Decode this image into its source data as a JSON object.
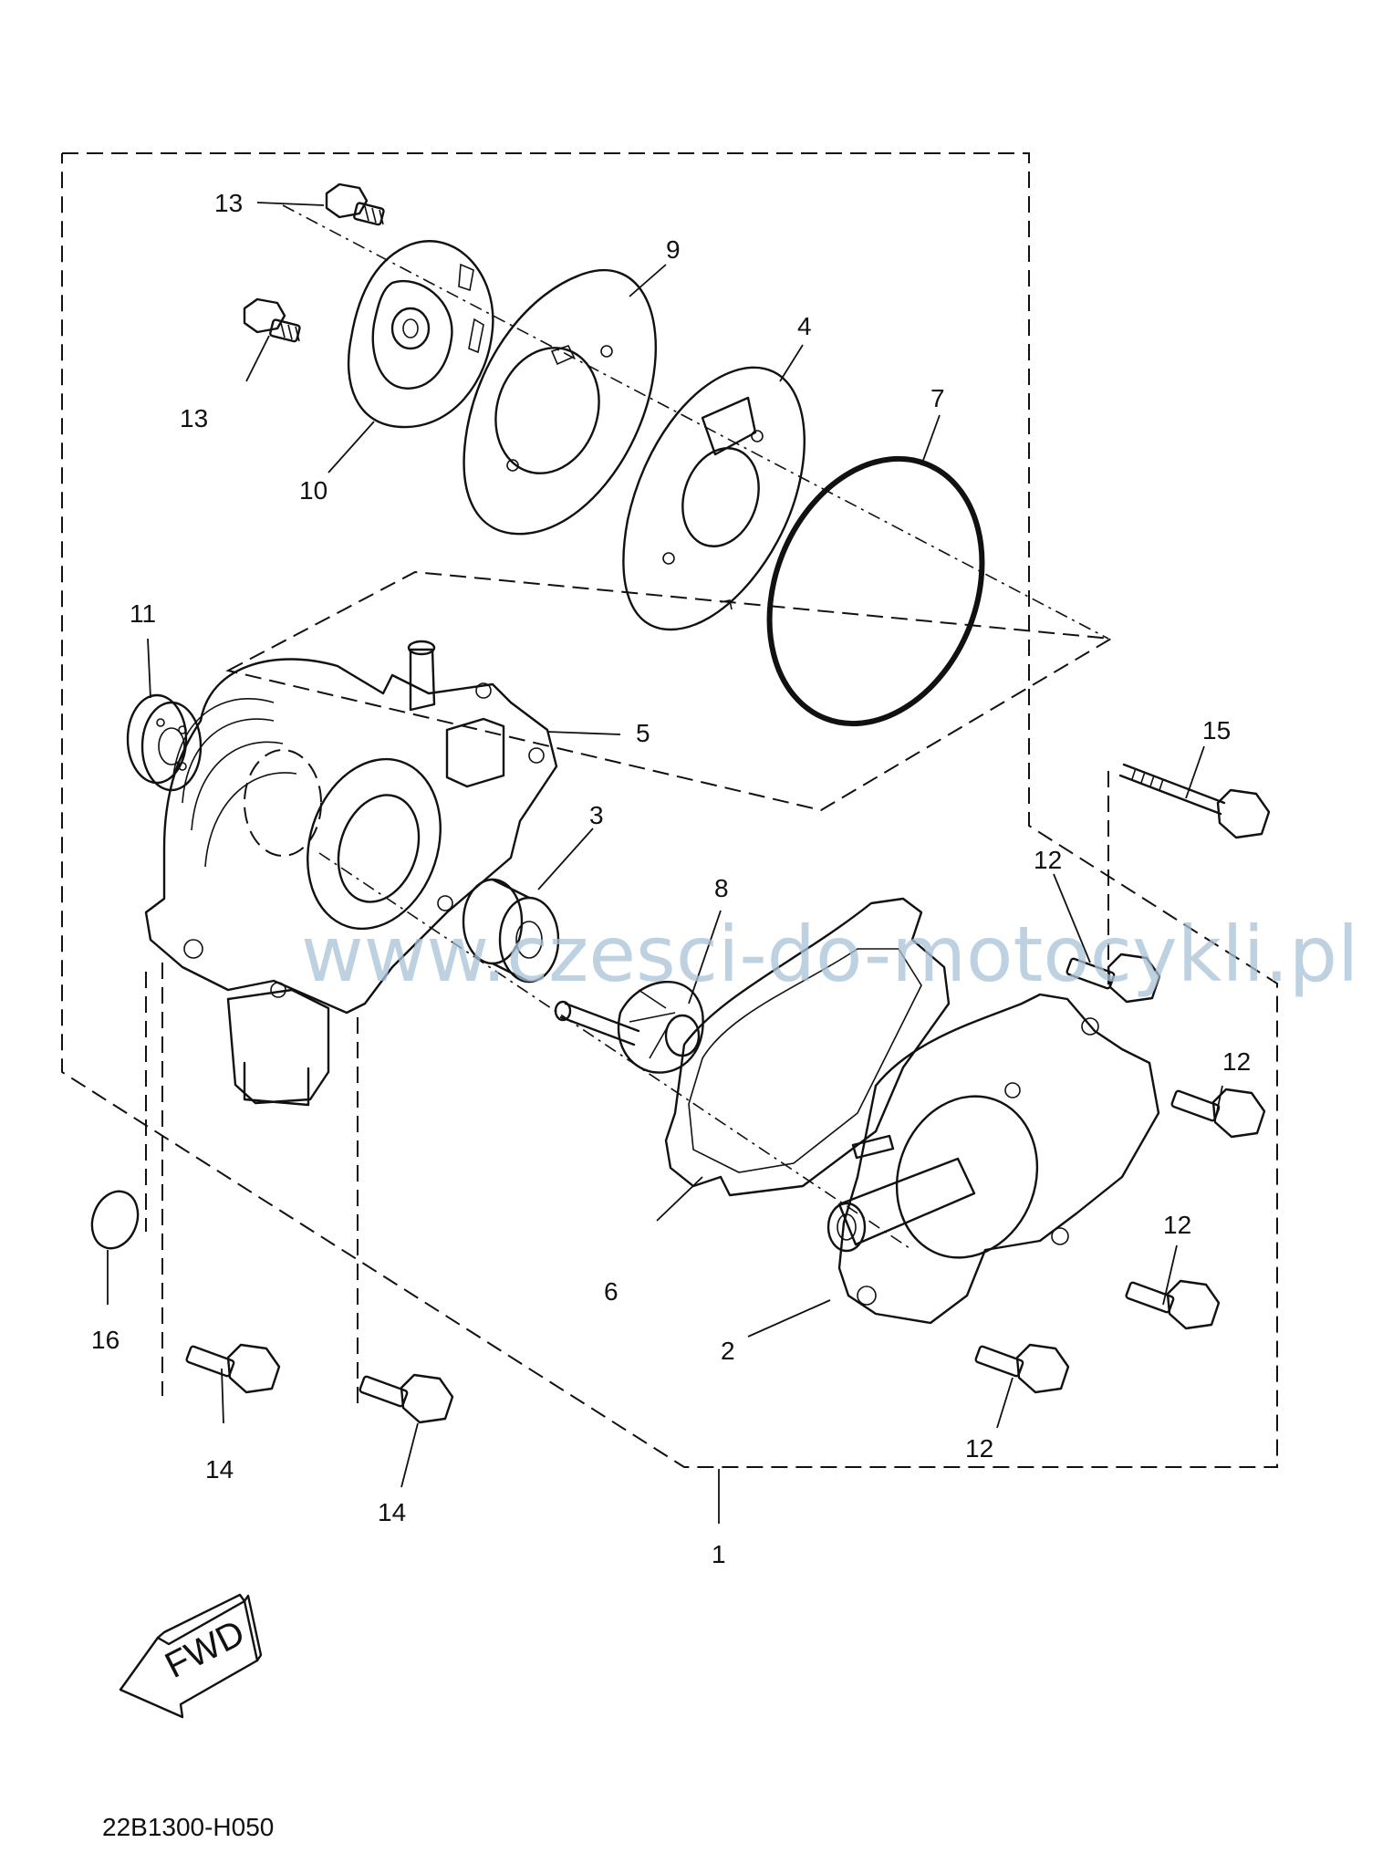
{
  "diagram": {
    "callouts": {
      "c1": "1",
      "c2": "2",
      "c3": "3",
      "c4": "4",
      "c5": "5",
      "c6": "6",
      "c7": "7",
      "c8": "8",
      "c9": "9",
      "c10": "10",
      "c11": "11",
      "c12a": "12",
      "c12b": "12",
      "c12c": "12",
      "c12d": "12",
      "c13a": "13",
      "c13b": "13",
      "c14a": "14",
      "c14b": "14",
      "c15": "15",
      "c16": "16"
    },
    "forward_label": "FWD",
    "drawing_code": "22B1300-H050",
    "watermark": "www.czesci-do-motocykli.pl"
  }
}
